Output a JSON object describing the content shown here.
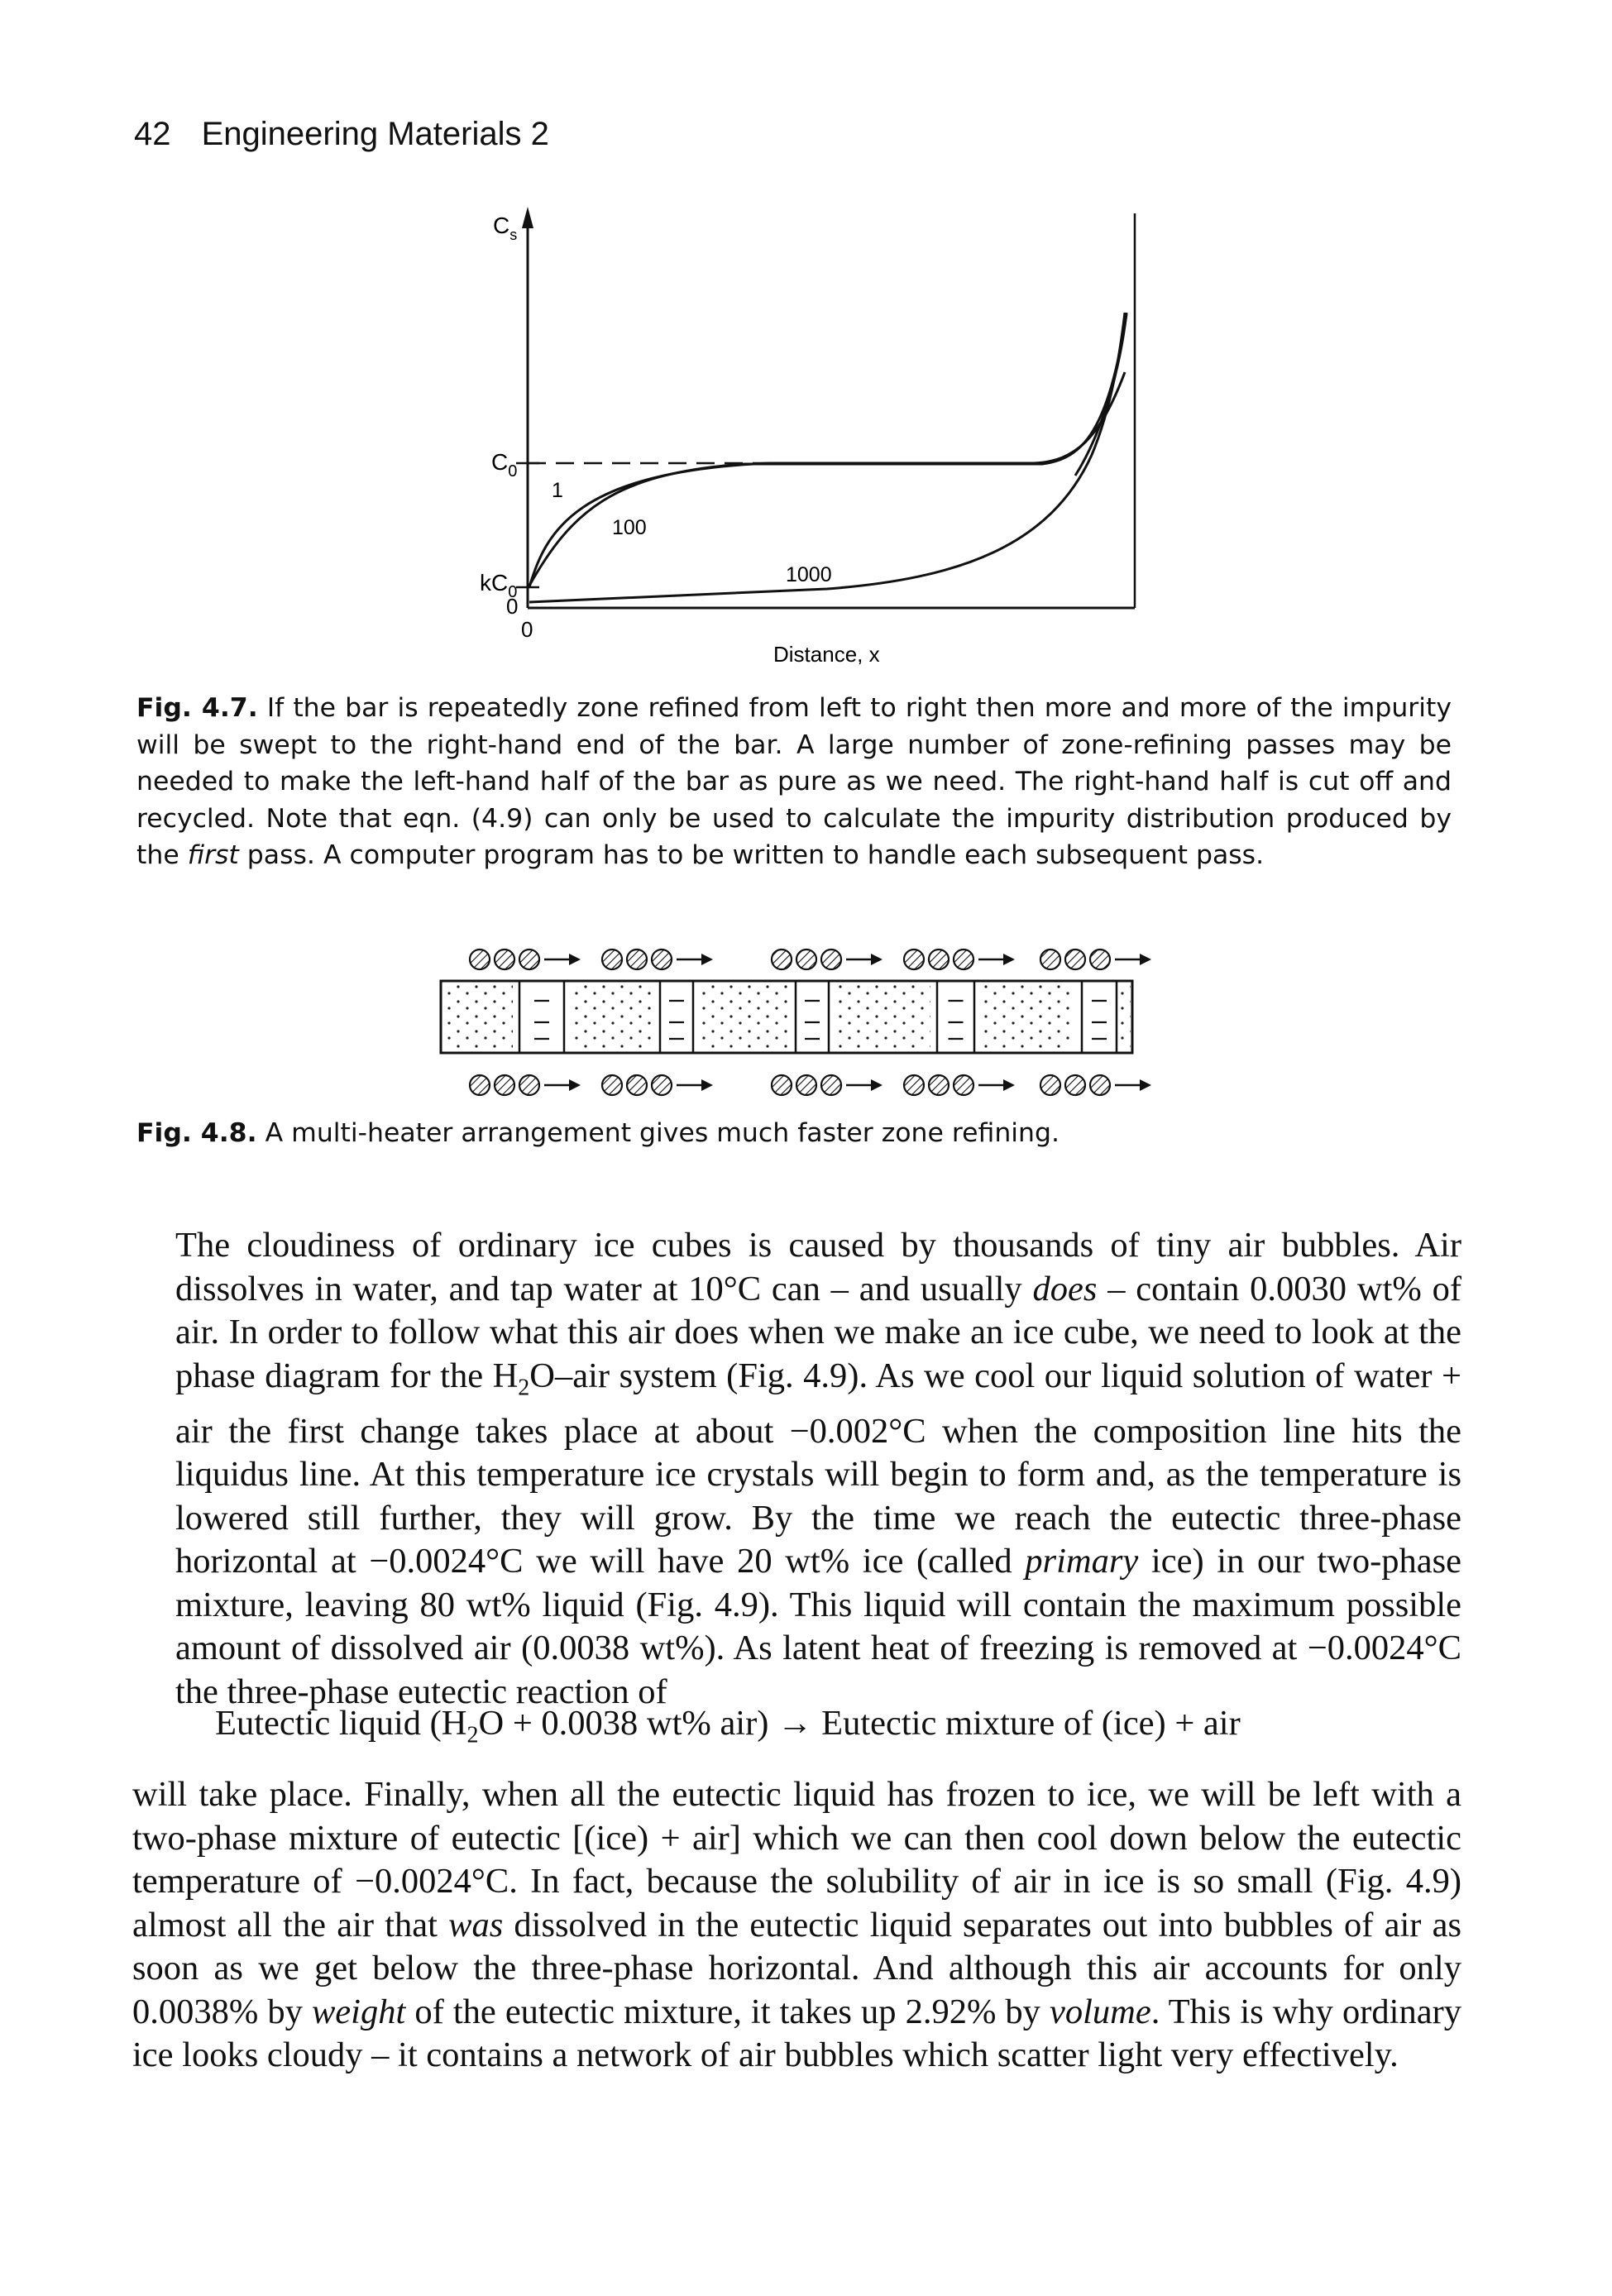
{
  "header": {
    "page_number": "42",
    "book_title": "Engineering Materials 2"
  },
  "figure_4_7": {
    "y_axis_label": "C",
    "y_axis_subscript": "s",
    "y_tick_c0": "C",
    "y_tick_c0_subscript": "0",
    "y_tick_kc0": "kC",
    "y_tick_kc0_subscript": "0",
    "y_tick_zero": "0",
    "x_tick_zero": "0",
    "x_axis_label": "Distance, x",
    "curve_labels": {
      "pass_1": "1",
      "pass_100": "100",
      "pass_1000": "1000"
    },
    "caption_label": "Fig. 4.7.",
    "caption_text": "If the bar is repeatedly zone refined from left to right then more and more of the impurity will be swept to the right-hand end of the bar. A large number of zone-refining passes may be needed to make the left-hand half of the bar as pure as we need. The right-hand half is cut off and recycled. Note that eqn. (4.9) can only be used to calculate the impurity distribution produced by the ",
    "caption_italic": "first",
    "caption_tail": " pass. A computer program has to be written to handle each subsequent pass."
  },
  "figure_4_8": {
    "caption_label": "Fig. 4.8.",
    "caption_text": "A multi-heater arrangement gives much faster zone refining."
  },
  "body": {
    "para1_a": "The cloudiness of ordinary ice cubes is caused by thousands of tiny air bubbles. Air dissolves in water, and tap water at 10°C can – and usually ",
    "para1_does": "does",
    "para1_b": " – contain 0.0030 wt% of air. In order to follow what this air does when we make an ice cube, we need to look at the phase diagram for the H",
    "para1_sub2": "2",
    "para1_c": "O–air system (Fig. 4.9). As we cool our liquid solution of water + air the first change takes place at about −0.002°C when the composition line hits the liquidus line. At this temperature ice crystals will begin to form and, as the temperature is lowered still further, they will grow. By the time we reach the eutectic three-phase horizontal at −0.0024°C we will have 20 wt% ice (called ",
    "para1_primary": "primary",
    "para1_d": " ice) in our two-phase mixture, leaving 80 wt% liquid (Fig. 4.9). This liquid will contain the maximum possible amount of dissolved air (0.0038 wt%). As latent heat of freezing is removed at −0.0024°C the three-phase eutectic reaction of",
    "eq_a": "Eutectic liquid (H",
    "eq_sub2": "2",
    "eq_b": "O + 0.0038 wt% air) → Eutectic mixture of (ice) + air",
    "para2_a": "will take place. Finally, when all the eutectic liquid has frozen to ice, we will be left with a two-phase mixture of eutectic [(ice) + air] which we can then cool down below the eutectic temperature of −0.0024°C. In fact, because the solubility of air in ice is so small (Fig. 4.9) almost all the air that ",
    "para2_was": "was",
    "para2_b": " dissolved in the eutectic liquid separates out into bubbles of air as soon as we get below the three-phase horizontal. And although this air accounts for only 0.0038% by ",
    "para2_weight": "weight",
    "para2_c": " of the eutectic mixture, it takes up 2.92% by ",
    "para2_volume": "volume",
    "para2_d": ". This is why ordinary ice looks cloudy – it contains a network of air bubbles which scatter light very effectively."
  }
}
